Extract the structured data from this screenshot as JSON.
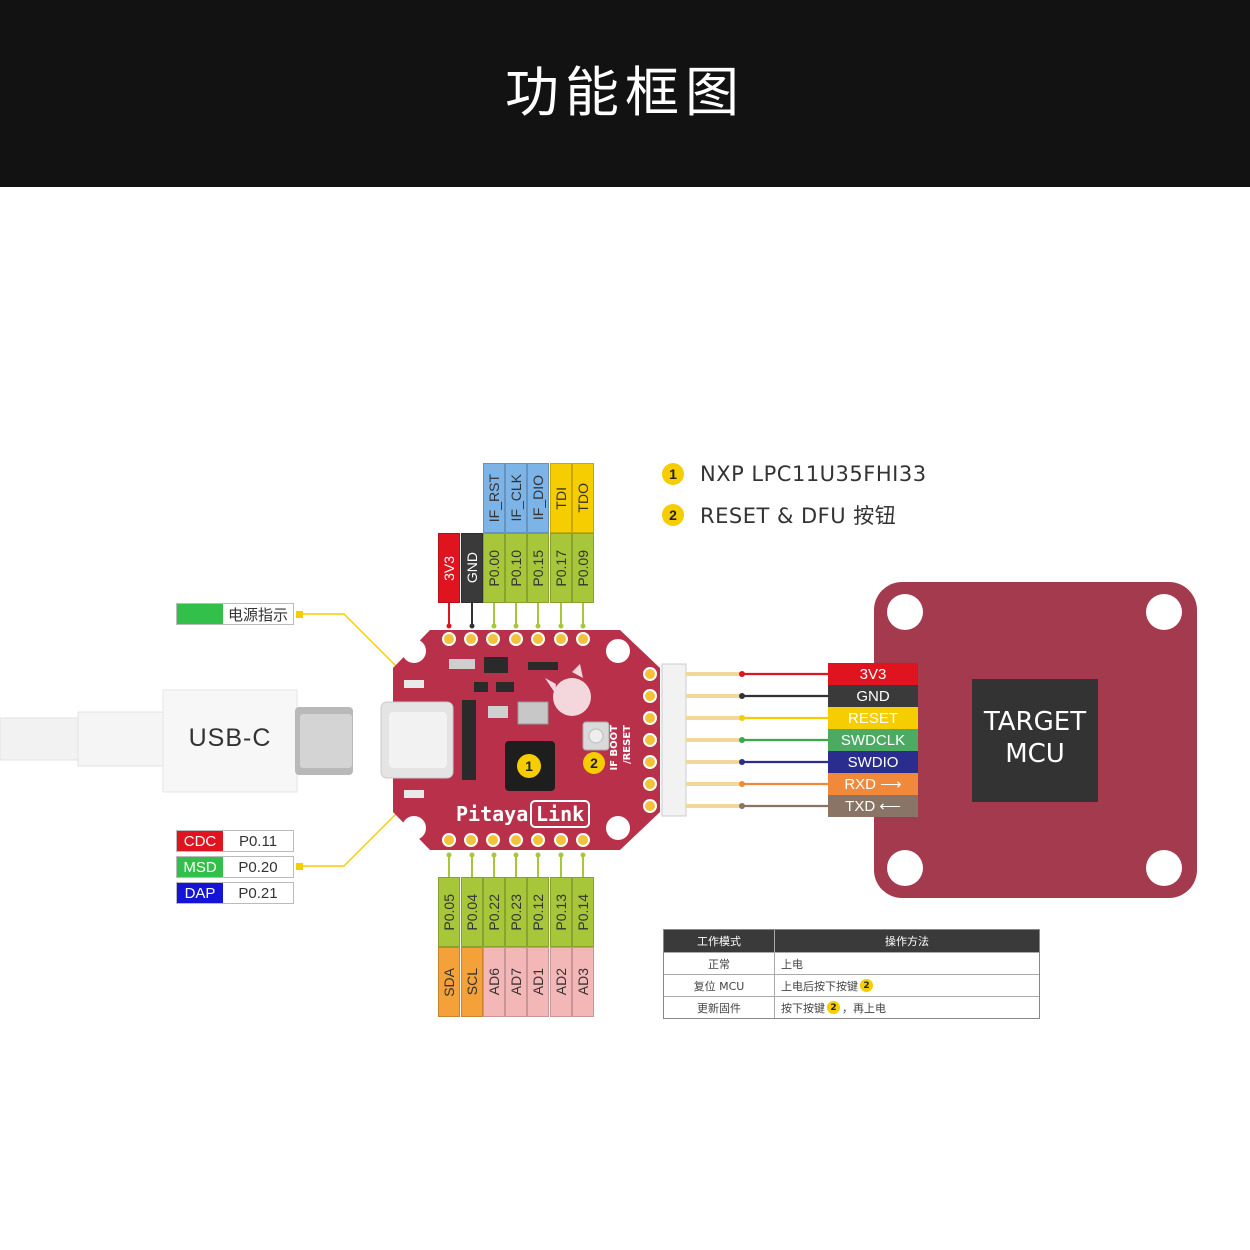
{
  "header": {
    "title": "功能框图"
  },
  "legend": [
    {
      "num": "1",
      "text": "NXP LPC11U35FHI33"
    },
    {
      "num": "2",
      "text": "RESET & DFU 按钮"
    }
  ],
  "top_pins": [
    {
      "label": "3V3",
      "color": "#e0141e",
      "text_color": "#ffffff"
    },
    {
      "label": "GND",
      "color": "#3a3a3a",
      "text_color": "#ffffff"
    },
    {
      "label": "P0.00",
      "color": "#a8c63a",
      "text_color": "#333333",
      "alt": "IF_RST",
      "alt_color": "#7cb4e8"
    },
    {
      "label": "P0.10",
      "color": "#a8c63a",
      "text_color": "#333333",
      "alt": "IF_CLK",
      "alt_color": "#7cb4e8"
    },
    {
      "label": "P0.15",
      "color": "#a8c63a",
      "text_color": "#333333",
      "alt": "IF_DIO",
      "alt_color": "#7cb4e8"
    },
    {
      "label": "P0.17",
      "color": "#a8c63a",
      "text_color": "#333333",
      "alt": "TDI",
      "alt_color": "#f6cd00"
    },
    {
      "label": "P0.09",
      "color": "#a8c63a",
      "text_color": "#333333",
      "alt": "TDO",
      "alt_color": "#f6cd00"
    }
  ],
  "bottom_pins": [
    {
      "label": "P0.05",
      "alt": "SDA",
      "alt_color": "#f4a13a"
    },
    {
      "label": "P0.04",
      "alt": "SCL",
      "alt_color": "#f4a13a"
    },
    {
      "label": "P0.22",
      "alt": "AD6",
      "alt_color": "#f4b7b7"
    },
    {
      "label": "P0.23",
      "alt": "AD7",
      "alt_color": "#f4b7b7"
    },
    {
      "label": "P0.12",
      "alt": "AD1",
      "alt_color": "#f4b7b7"
    },
    {
      "label": "P0.13",
      "alt": "AD2",
      "alt_color": "#f4b7b7"
    },
    {
      "label": "P0.14",
      "alt": "AD3",
      "alt_color": "#f4b7b7"
    }
  ],
  "power_indicator": {
    "label": "电源指示",
    "color": "#33c04a"
  },
  "status_leds": [
    {
      "name": "CDC",
      "pin": "P0.11",
      "color": "#e0141e"
    },
    {
      "name": "MSD",
      "pin": "P0.20",
      "color": "#33c04a"
    },
    {
      "name": "DAP",
      "pin": "P0.21",
      "color": "#1414d8"
    }
  ],
  "usb": {
    "label": "USB-C"
  },
  "board": {
    "brand": "Pitaya",
    "brand2": "Link",
    "side_text1": "IF BOOT",
    "side_text2": "/RESET",
    "chip_num": "1",
    "button_num": "2"
  },
  "connector": [
    {
      "label": "3V3",
      "color": "#e0141e",
      "wire": "#e0141e"
    },
    {
      "label": "GND",
      "color": "#3a3a3a",
      "wire": "#333333"
    },
    {
      "label": "RESET",
      "color": "#f6cd00",
      "wire": "#f6cd00"
    },
    {
      "label": "SWDCLK",
      "color": "#4daa63",
      "wire": "#3aa94e"
    },
    {
      "label": "SWDIO",
      "color": "#2a2d8e",
      "wire": "#2a2d8e"
    },
    {
      "label": "RXD ⟶",
      "color": "#f08a3a",
      "wire": "#f08a3a"
    },
    {
      "label": "TXD ⟵",
      "color": "#8a7466",
      "wire": "#8a7466"
    }
  ],
  "target": {
    "line1": "TARGET",
    "line2": "MCU"
  },
  "table": {
    "headers": [
      "工作模式",
      "操作方法"
    ],
    "rows": [
      {
        "mode": "正常",
        "method": "上电"
      },
      {
        "mode": "复位 MCU",
        "method_pre": "上电后按下按键",
        "badge": "2"
      },
      {
        "mode": "更新固件",
        "method_pre": "按下按键",
        "badge": "2",
        "method_post": "，再上电"
      }
    ]
  }
}
